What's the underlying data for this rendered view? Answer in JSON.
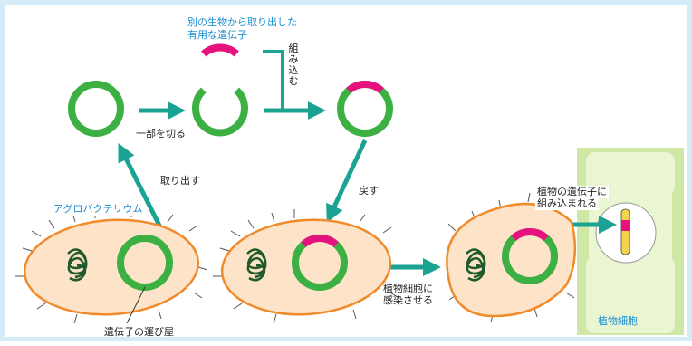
{
  "colors": {
    "plasmid_green": "#3cb043",
    "gene_magenta": "#e6137f",
    "arrow_teal": "#1aa392",
    "cell_fill": "#fde3c8",
    "cell_border": "#f08a2a",
    "dna_dark": "#1f5a2a",
    "plant_cell_bg": "#cfe8a6",
    "plant_cell_border": "#eaf5d2",
    "label_blue": "#1a8fd0",
    "frame_blue": "#d4ecf8"
  },
  "labels": {
    "foreign_gene_line1": "別の生物から取り出した",
    "foreign_gene_line2": "有用な遺伝子",
    "cut_part": "一部を切る",
    "insert": "組み込む",
    "take_out": "取り出す",
    "agrobacterium": "アグロバクテリウム",
    "return": "戻す",
    "infect_line1": "植物細胞に",
    "infect_line2": "感染させる",
    "integrated_line1": "植物の遺伝子に",
    "integrated_line2": "組み込まれる",
    "gene_carrier": "遺伝子の運び屋",
    "plant_cell": "植物細胞"
  }
}
